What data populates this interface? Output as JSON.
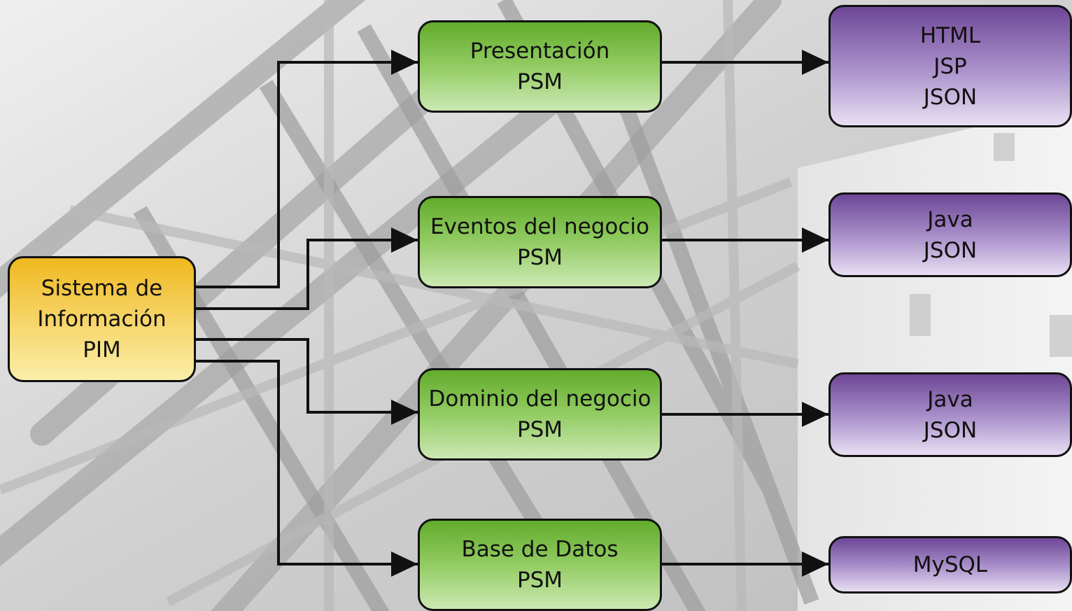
{
  "source": {
    "lines": [
      "Sistema de",
      "Información",
      "PIM"
    ]
  },
  "layers": [
    {
      "lines": [
        "Presentación",
        "PSM"
      ]
    },
    {
      "lines": [
        "Eventos del negocio",
        "PSM"
      ]
    },
    {
      "lines": [
        "Dominio del negocio",
        "PSM"
      ]
    },
    {
      "lines": [
        "Base de Datos",
        "PSM"
      ]
    }
  ],
  "technologies": [
    {
      "lines": [
        "HTML",
        "JSP",
        "JSON"
      ]
    },
    {
      "lines": [
        "Java",
        "JSON"
      ]
    },
    {
      "lines": [
        "Java",
        "JSON"
      ]
    },
    {
      "lines": [
        "MySQL"
      ]
    }
  ],
  "colors": {
    "pim": "#f2c443",
    "psm": "#7fbf4a",
    "technology": "#8f6fba",
    "connector": "#111111"
  }
}
